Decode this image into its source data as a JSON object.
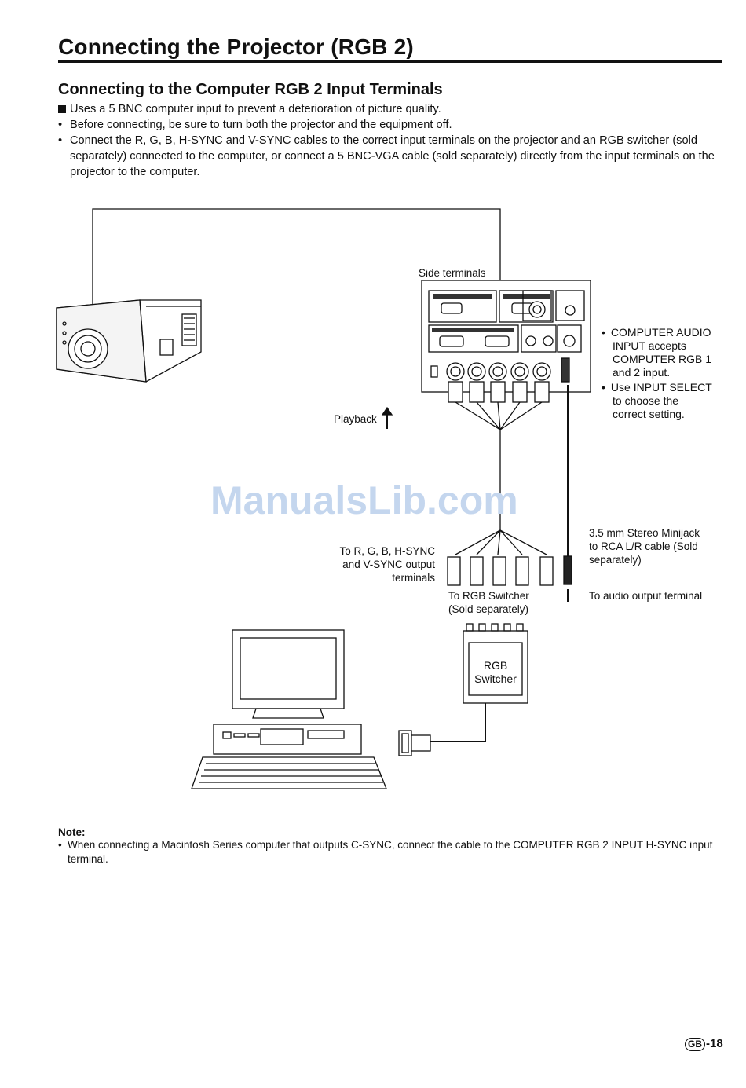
{
  "page": {
    "title": "Connecting the Projector (RGB 2)",
    "subtitle": "Connecting to the Computer RGB 2 Input Terminals",
    "bullets": [
      "Uses a 5 BNC computer input to prevent a deterioration of picture quality.",
      "Before connecting, be sure to turn both the projector and the equipment off.",
      "Connect the R, G, B, H-SYNC and V-SYNC cables to the correct input terminals on the projector and an RGB switcher (sold separately) connected to the computer, or connect a 5 BNC-VGA cable (sold separately) directly from the input terminals on the projector to the computer."
    ],
    "watermark": "ManualsLib.com",
    "page_badge": "GB",
    "page_number": "-18"
  },
  "diagram": {
    "side_terminals": "Side terminals",
    "audio_note_1": [
      "COMPUTER AUDIO",
      "INPUT accepts",
      "COMPUTER RGB 1",
      "and 2 input."
    ],
    "audio_note_2": [
      "Use INPUT SELECT",
      "to choose the",
      "correct setting."
    ],
    "playback": "Playback",
    "bnc_label": [
      "To R, G, B, H-SYNC",
      "and V-SYNC output",
      "terminals"
    ],
    "cable_label": [
      "3.5 mm Stereo Minijack",
      "to RCA L/R cable (Sold",
      "separately)"
    ],
    "switcher_label": [
      "To RGB Switcher",
      "(Sold separately)"
    ],
    "audio_out_label": "To audio output terminal",
    "switcher_box": [
      "RGB",
      "Switcher"
    ]
  },
  "note": {
    "heading": "Note:",
    "text": "When connecting a Macintosh Series computer that outputs C-SYNC, connect the cable to the COMPUTER RGB 2 INPUT H-SYNC input terminal."
  }
}
